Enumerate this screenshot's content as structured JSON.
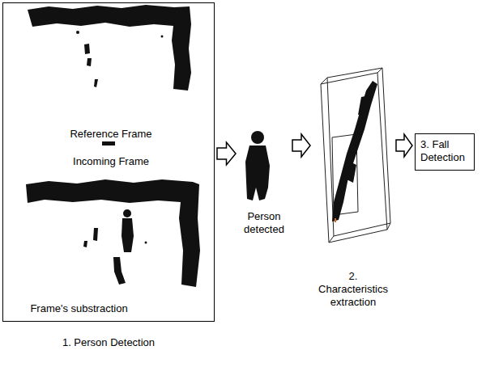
{
  "diagram": {
    "nodes": [
      {
        "text": [
          "Reference Frame",
          "Incoming Frame",
          "Frame's substraction",
          "1. Person Detection"
        ]
      },
      {
        "text": [
          "Person detected"
        ]
      },
      {
        "text": [
          "2. Characteristics extraction"
        ]
      },
      {
        "text": [
          "3. Fall Detection"
        ]
      }
    ],
    "edges": [
      {
        "from": 0,
        "to": 1,
        "arrow": "to"
      },
      {
        "from": 1,
        "to": 2,
        "arrow": "to"
      },
      {
        "from": 2,
        "to": 3,
        "arrow": "to"
      }
    ]
  }
}
